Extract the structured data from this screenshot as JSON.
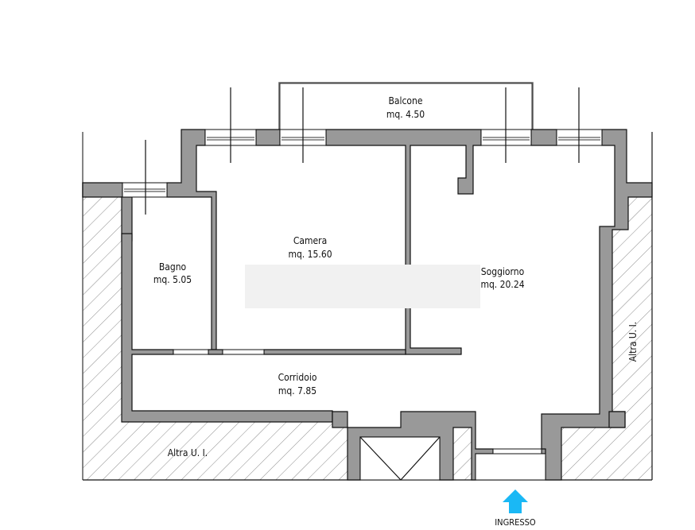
{
  "plan": {
    "rooms": [
      {
        "id": "balcone",
        "name": "Balcone",
        "area": "mq.  4.50"
      },
      {
        "id": "camera",
        "name": "Camera",
        "area": "mq.  15.60"
      },
      {
        "id": "bagno",
        "name": "Bagno",
        "area": "mq.  5.05"
      },
      {
        "id": "soggiorno",
        "name": "Soggiorno",
        "area": "mq.  20.24"
      },
      {
        "id": "corridoio",
        "name": "Corridoio",
        "area": "mq.  7.85"
      }
    ],
    "other_units": [
      {
        "id": "altra-ui-bottom",
        "label": "Altra  U.  I."
      },
      {
        "id": "altra-ui-right",
        "label": "Altra  U.  I."
      }
    ],
    "entrance": {
      "label": "INGRESSO",
      "arrow_color": "#1ab8f5"
    },
    "colors": {
      "wall_fill": "#999999",
      "wall_stroke": "#111111",
      "hatch": "#888888",
      "background": "#ffffff"
    }
  }
}
